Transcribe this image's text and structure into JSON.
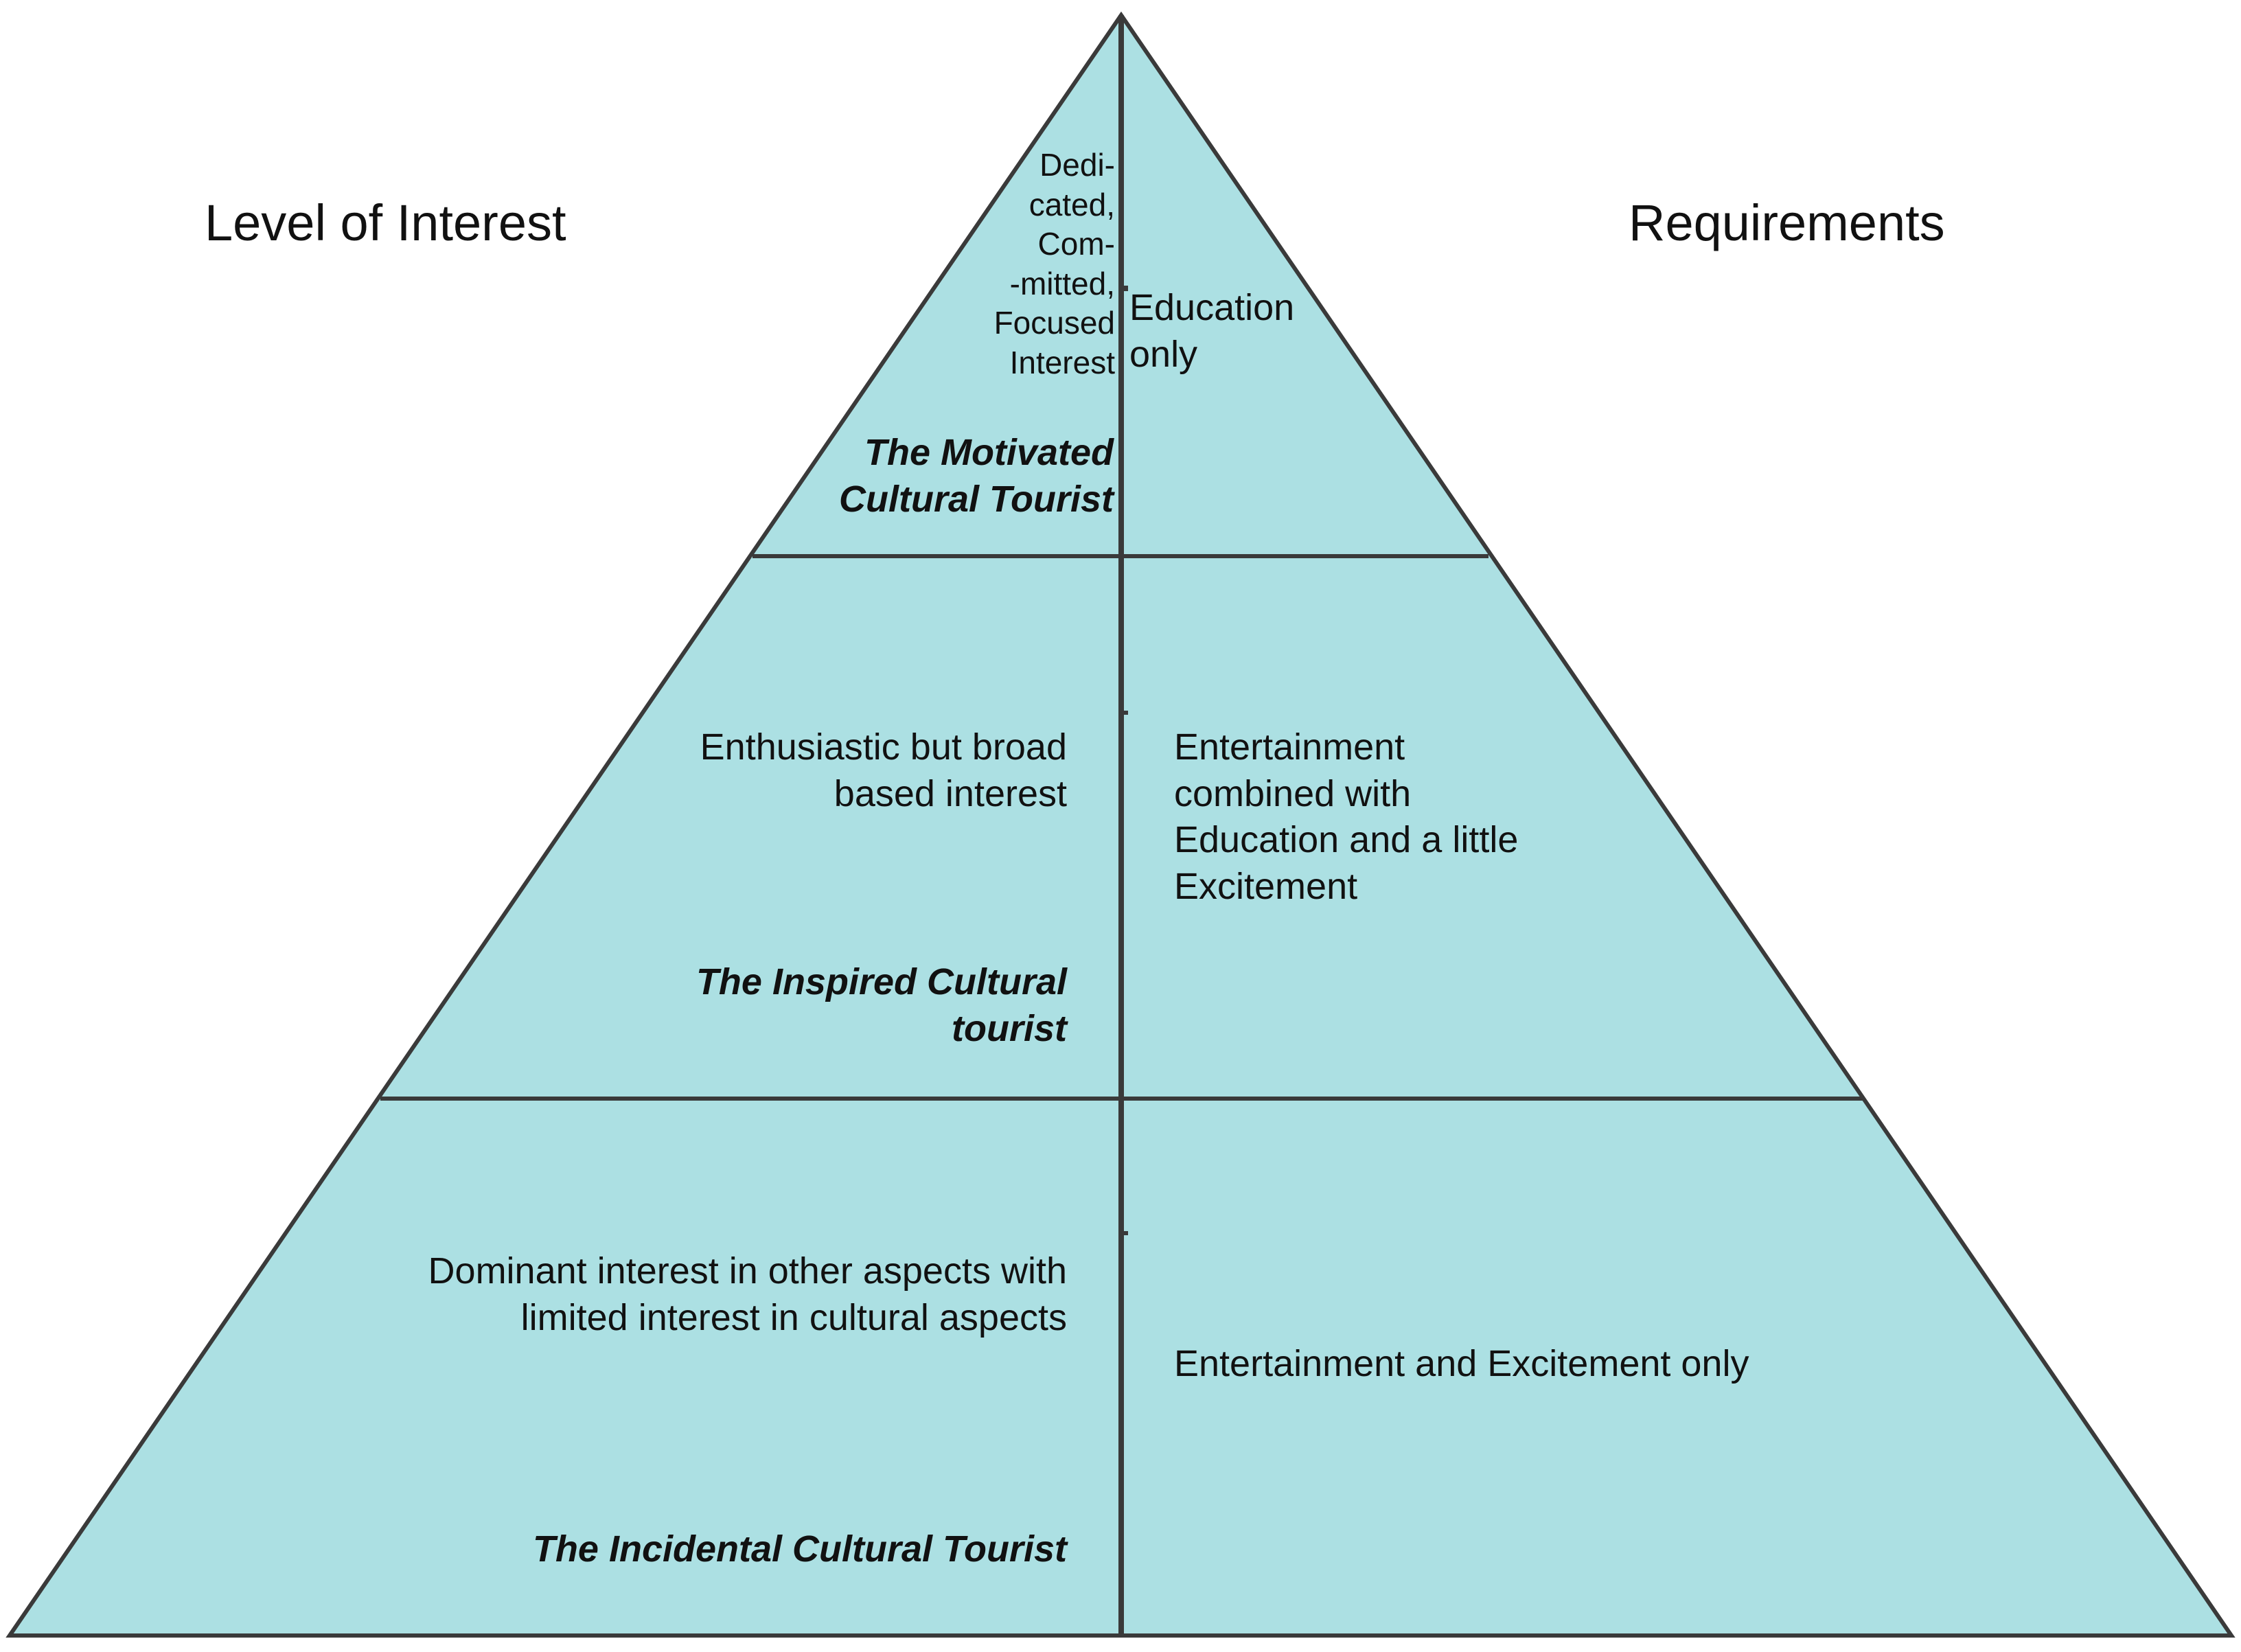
{
  "headings": {
    "left": "Level of Interest",
    "right": "Requirements"
  },
  "tiers": [
    {
      "interest": "Dedi-\ncated,\nCom-\n-mitted,\nFocused\nInterest",
      "tourist": "The Motivated\nCultural Tourist",
      "requirement": "Education\nonly"
    },
    {
      "interest": "Enthusiastic but broad\nbased interest",
      "tourist": "The Inspired Cultural\ntourist",
      "requirement": "Entertainment\ncombined with\nEducation and a little\nExcitement"
    },
    {
      "interest": "Dominant interest in other aspects with\nlimited interest in cultural aspects",
      "tourist": "The Incidental Cultural Tourist",
      "requirement": "Entertainment and Excitement only"
    }
  ],
  "colors": {
    "fill": "#ace0e3",
    "stroke": "#3a3a3a"
  }
}
